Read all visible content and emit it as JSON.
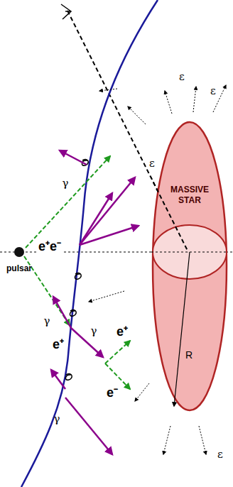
{
  "diagram": {
    "nodes": [
      {
        "text": [
          "pulsar"
        ]
      },
      {
        "text": [
          "MASSIVE STAR"
        ]
      }
    ],
    "labels": [
      "ε",
      "ε",
      "ε",
      "γ",
      "e⁺e⁻",
      "γ",
      "γ",
      "e⁺",
      "e⁺",
      "R",
      "e⁻",
      "γ",
      "ε"
    ]
  }
}
